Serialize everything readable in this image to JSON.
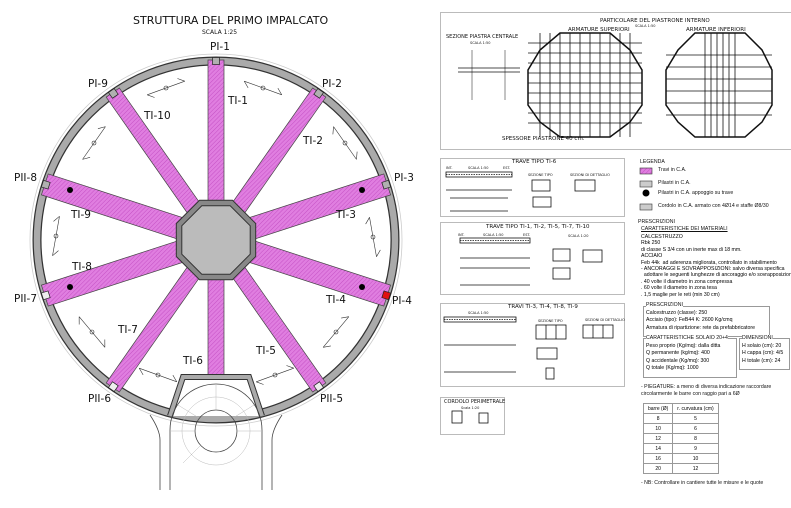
{
  "plan": {
    "title": "STRUTTURA DEL PRIMO IMPALCATO",
    "scale": "SCALA 1:25",
    "pillars": [
      "PI-1",
      "PI-2",
      "PI-3",
      "PI-4",
      "PII-5",
      "PII-6",
      "PII-7",
      "PII-8",
      "PI-9"
    ],
    "beams": [
      "TI-1",
      "TI-2",
      "TI-3",
      "TI-4",
      "TI-5",
      "TI-6",
      "TI-7",
      "TI-8",
      "TI-9",
      "TI-10"
    ],
    "colors": {
      "beam": "#e07ee0",
      "pillar": "#b0b0b0",
      "ring": "#a8a8a8",
      "highlight": "#e01010"
    }
  },
  "detail_plate": {
    "title": "PARTICOLARE DEL PIASTRONE INTERNO",
    "scale": "SCALA 1:50",
    "section_title": "SEZIONE PIASTRA CENTRALE",
    "section_scale": "SCALA 1:50",
    "upper": "ARMATURE SUPERIORI",
    "lower": "ARMATURE INFERIORI",
    "thickness": "SPESSORE PIASTRONE 40 cm."
  },
  "beam_types": [
    {
      "title": "TRAVE TIPO TI-6",
      "scale": "SCALA 1:50",
      "section": "SEZIONE TIPO",
      "detail": "SEZIONI DI DETTAGLIO",
      "int": "INT.",
      "est": "EST."
    },
    {
      "title": "TRAVE TIPO TI-1, TI-2, TI-5, TI-7, TI-10",
      "scale": "SCALA 1:50",
      "section": "SCALA 1:20",
      "int": "INT.",
      "est": "EST."
    },
    {
      "title": "TRAVI TI-3, TI-4, TI-8, TI-9",
      "scale": "SCALA 1:50",
      "section": "SEZIONE TIPO",
      "detail": "SEZIONI DI DETTAGLIO"
    }
  ],
  "cordolo": {
    "title": "CORDOLO PERIMETRALE",
    "scale": "Scala 1:20"
  },
  "legend": {
    "title": "LEGENDA",
    "items": [
      "Travi in C.A.",
      "Pilastri in C.A.",
      "Pilastri in C.A. appoggio su trave",
      "Cordolo in C.A. armato con 4Ø14 e staffe Ø8/30"
    ]
  },
  "prescriptions": {
    "title": "PRESCRIZIONI",
    "materials": "CARATTERISTICHE DEI MATERIALI",
    "lines": [
      "CALCESTRUZZO",
      "Rbk 250",
      "di classe S 3/4 con un inerte max di 18 mm.",
      "ACCIAIO",
      "Feb 44k  ad aderenza migliorata, controllato in stabilimento",
      "- ANCORAGGI E SOVRAPPOSIZIONI: salvo diversa specifica",
      "  adottare le seguenti lunghezze di ancoraggio e/o sovrapposizione",
      ". 40 volte il diametro in zona compressa",
      ". 60 volte il diametro in zona tesa",
      ". 1,5 maglie per le reti (min 30 cm)"
    ]
  },
  "box_prescr": {
    "title": "PRESCRIZIONI",
    "lines": [
      "Calcestruzzo (classe): 250",
      "Acciaio (tipo): FeB44 K: 2600 Kg/cmq",
      "Armatura di ripartizione: rete da prefabbricatore"
    ]
  },
  "box_solaio": {
    "title": "CARATTERISTICHE SOLAIO 20+4",
    "lines": [
      "Peso proprio (Kg/mq): dalla ditta",
      "Q permanente (kg/mq): 400",
      "Q accidentale (Kg/mq): 300",
      "Q totale (Kg/mq): 1000"
    ]
  },
  "box_dim": {
    "title": "DIMENSIONI",
    "lines": [
      "H solaio (cm): 20",
      "H cappa (cm): 4/5",
      "H totale (cm): 24"
    ]
  },
  "piegature": [
    "- PIEGATURE: a meno di diversa indicazione raccordare",
    "  circolarmente le barre con raggio pari a 6Ø"
  ],
  "bar_table": {
    "headers": [
      "barre (Ø)",
      "r. curvatura (cm)"
    ],
    "rows": [
      [
        "8",
        "5"
      ],
      [
        "10",
        "6"
      ],
      [
        "12",
        "8"
      ],
      [
        "14",
        "9"
      ],
      [
        "16",
        "10"
      ],
      [
        "20",
        "12"
      ]
    ]
  },
  "note": "- NB: Controllare in cantiere tutte le misure e le quote"
}
